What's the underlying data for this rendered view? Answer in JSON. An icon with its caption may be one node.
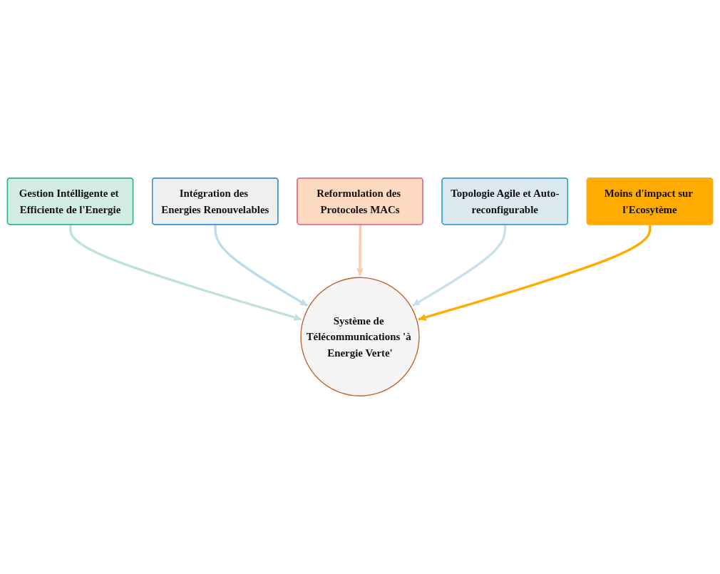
{
  "diagram": {
    "nodes": [
      {
        "text": [
          "Gestion Intélligente et Efficiente de l'Energie"
        ]
      },
      {
        "text": [
          "Intégration des Energies Renouvelables"
        ]
      },
      {
        "text": [
          "Reformulation des Protocoles MACs"
        ]
      },
      {
        "text": [
          "Topologie Agile et Auto-reconfigurable"
        ]
      },
      {
        "text": [
          "Moins d'impact sur l'Ecosytème"
        ]
      },
      {
        "text": [
          "Système de Télécommunications 'à Energie Verte'"
        ]
      }
    ],
    "edges": [
      {
        "from": 0,
        "to": 5,
        "arrow": "to",
        "color": "#bfe3d6"
      },
      {
        "from": 1,
        "to": 5,
        "arrow": "to",
        "color": "#bcdcea"
      },
      {
        "from": 2,
        "to": 5,
        "arrow": "to",
        "color": "#f9c9b0"
      },
      {
        "from": 3,
        "to": 5,
        "arrow": "to",
        "color": "#c9e2ea"
      },
      {
        "from": 4,
        "to": 5,
        "arrow": "to",
        "color": "#ffab00"
      }
    ]
  }
}
